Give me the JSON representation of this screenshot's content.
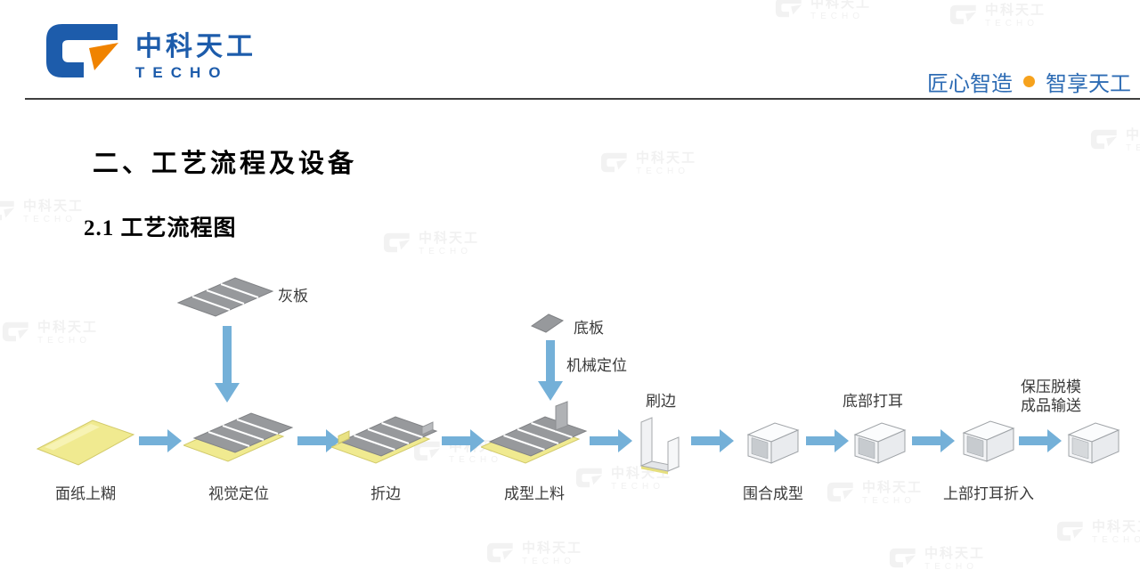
{
  "header": {
    "brand_cn": "中科天工",
    "brand_en": "TECHO",
    "slogan_left": "匠心智造",
    "slogan_right": "智享天工"
  },
  "titles": {
    "section": "二、工艺流程及设备",
    "subsection": "2.1 工艺流程图"
  },
  "watermark": {
    "text_cn": "中科天工",
    "text_en": "TECHO"
  },
  "colors": {
    "brand_blue": "#1d5cab",
    "slogan_blue": "#2e6cb4",
    "accent_orange": "#f6a21d",
    "arrow_blue": "#74b0d8",
    "board_gray": "#97999c",
    "paper_yellow": "#f0ea90"
  },
  "diagram": {
    "materials": [
      {
        "label": "灰板"
      },
      {
        "label": "底板",
        "note": "机械定位"
      }
    ],
    "steps": [
      {
        "label": "面纸上糊"
      },
      {
        "label": "视觉定位"
      },
      {
        "label": "折边"
      },
      {
        "label": "成型上料"
      },
      {
        "label": "刷边"
      },
      {
        "label": "围合成型"
      },
      {
        "label": "底部打耳"
      },
      {
        "label": "上部打耳折入"
      },
      {
        "label_line1": "保压脱模",
        "label_line2": "成品输送"
      }
    ]
  }
}
